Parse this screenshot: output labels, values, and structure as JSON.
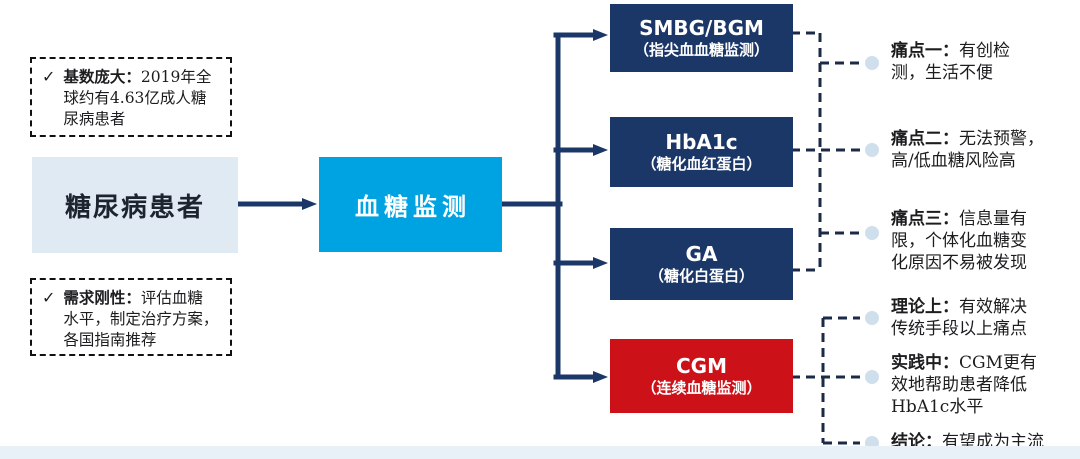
{
  "patient_box": {
    "label": "糖尿病患者"
  },
  "monitor_box": {
    "label": "血糖监测"
  },
  "methods": [
    {
      "name": "SMBG/BGM",
      "subtitle": "（指尖血血糖监测）"
    },
    {
      "name": "HbA1c",
      "subtitle": "（糖化血红蛋白）"
    },
    {
      "name": "GA",
      "subtitle": "（糖化白蛋白）"
    },
    {
      "name": "CGM",
      "subtitle": "（连续血糖监测）"
    }
  ],
  "notes_left": [
    {
      "icon": "✓",
      "label": "基数庞大：",
      "text": "2019年全\n球约有4.63亿成人糖\n尿病患者"
    },
    {
      "icon": "✓",
      "label": "需求刚性：",
      "text": "评估血糖\n水平，制定治疗方案，\n各国指南推荐"
    }
  ],
  "annotations": [
    {
      "label": "痛点一：",
      "text": "有创检\n测，生活不便"
    },
    {
      "label": "痛点二：",
      "text": "无法预警，\n高/低血糖风险高"
    },
    {
      "label": "痛点三：",
      "text": "信息量有\n限，个体化血糖变\n化原因不易被发现"
    },
    {
      "label": "理论上：",
      "text": "有效解决\n传统手段以上痛点"
    },
    {
      "label": "实践中：",
      "text": "CGM更有\n效地帮助患者降低\nHbA1c水平"
    },
    {
      "label": "结论：",
      "text": "有望成为主流"
    }
  ],
  "colors": {
    "navy": "#1b3768",
    "cyan": "#00a3e2",
    "red": "#cd1118",
    "lightbox": "#dfeaf3",
    "strip": "#e9f1f8",
    "dash": "#1c2b45",
    "dot": "#cfdfec",
    "ink": "#1d1d1f"
  }
}
